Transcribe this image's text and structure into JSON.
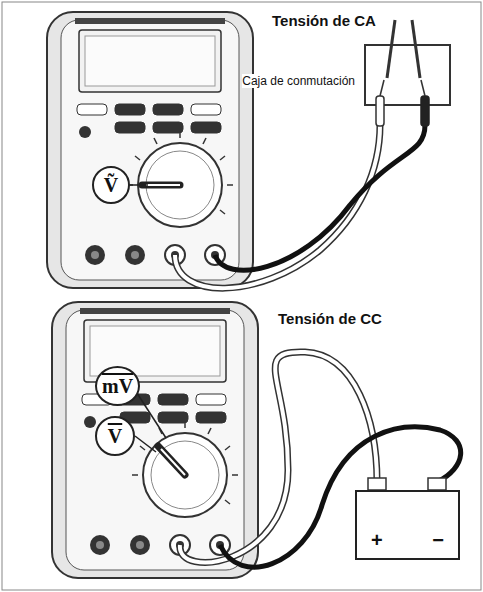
{
  "diagram": {
    "nodes": [
      {
        "text": [
          "Ṽ"
        ]
      },
      {
        "text": [
          "mV"
        ]
      },
      {
        "text": [
          "V"
        ]
      },
      {
        "text": [
          "+",
          "−"
        ]
      }
    ],
    "labels": [
      "Tensión de CA",
      "Caja de conmutación",
      "Tensión de CC"
    ]
  }
}
